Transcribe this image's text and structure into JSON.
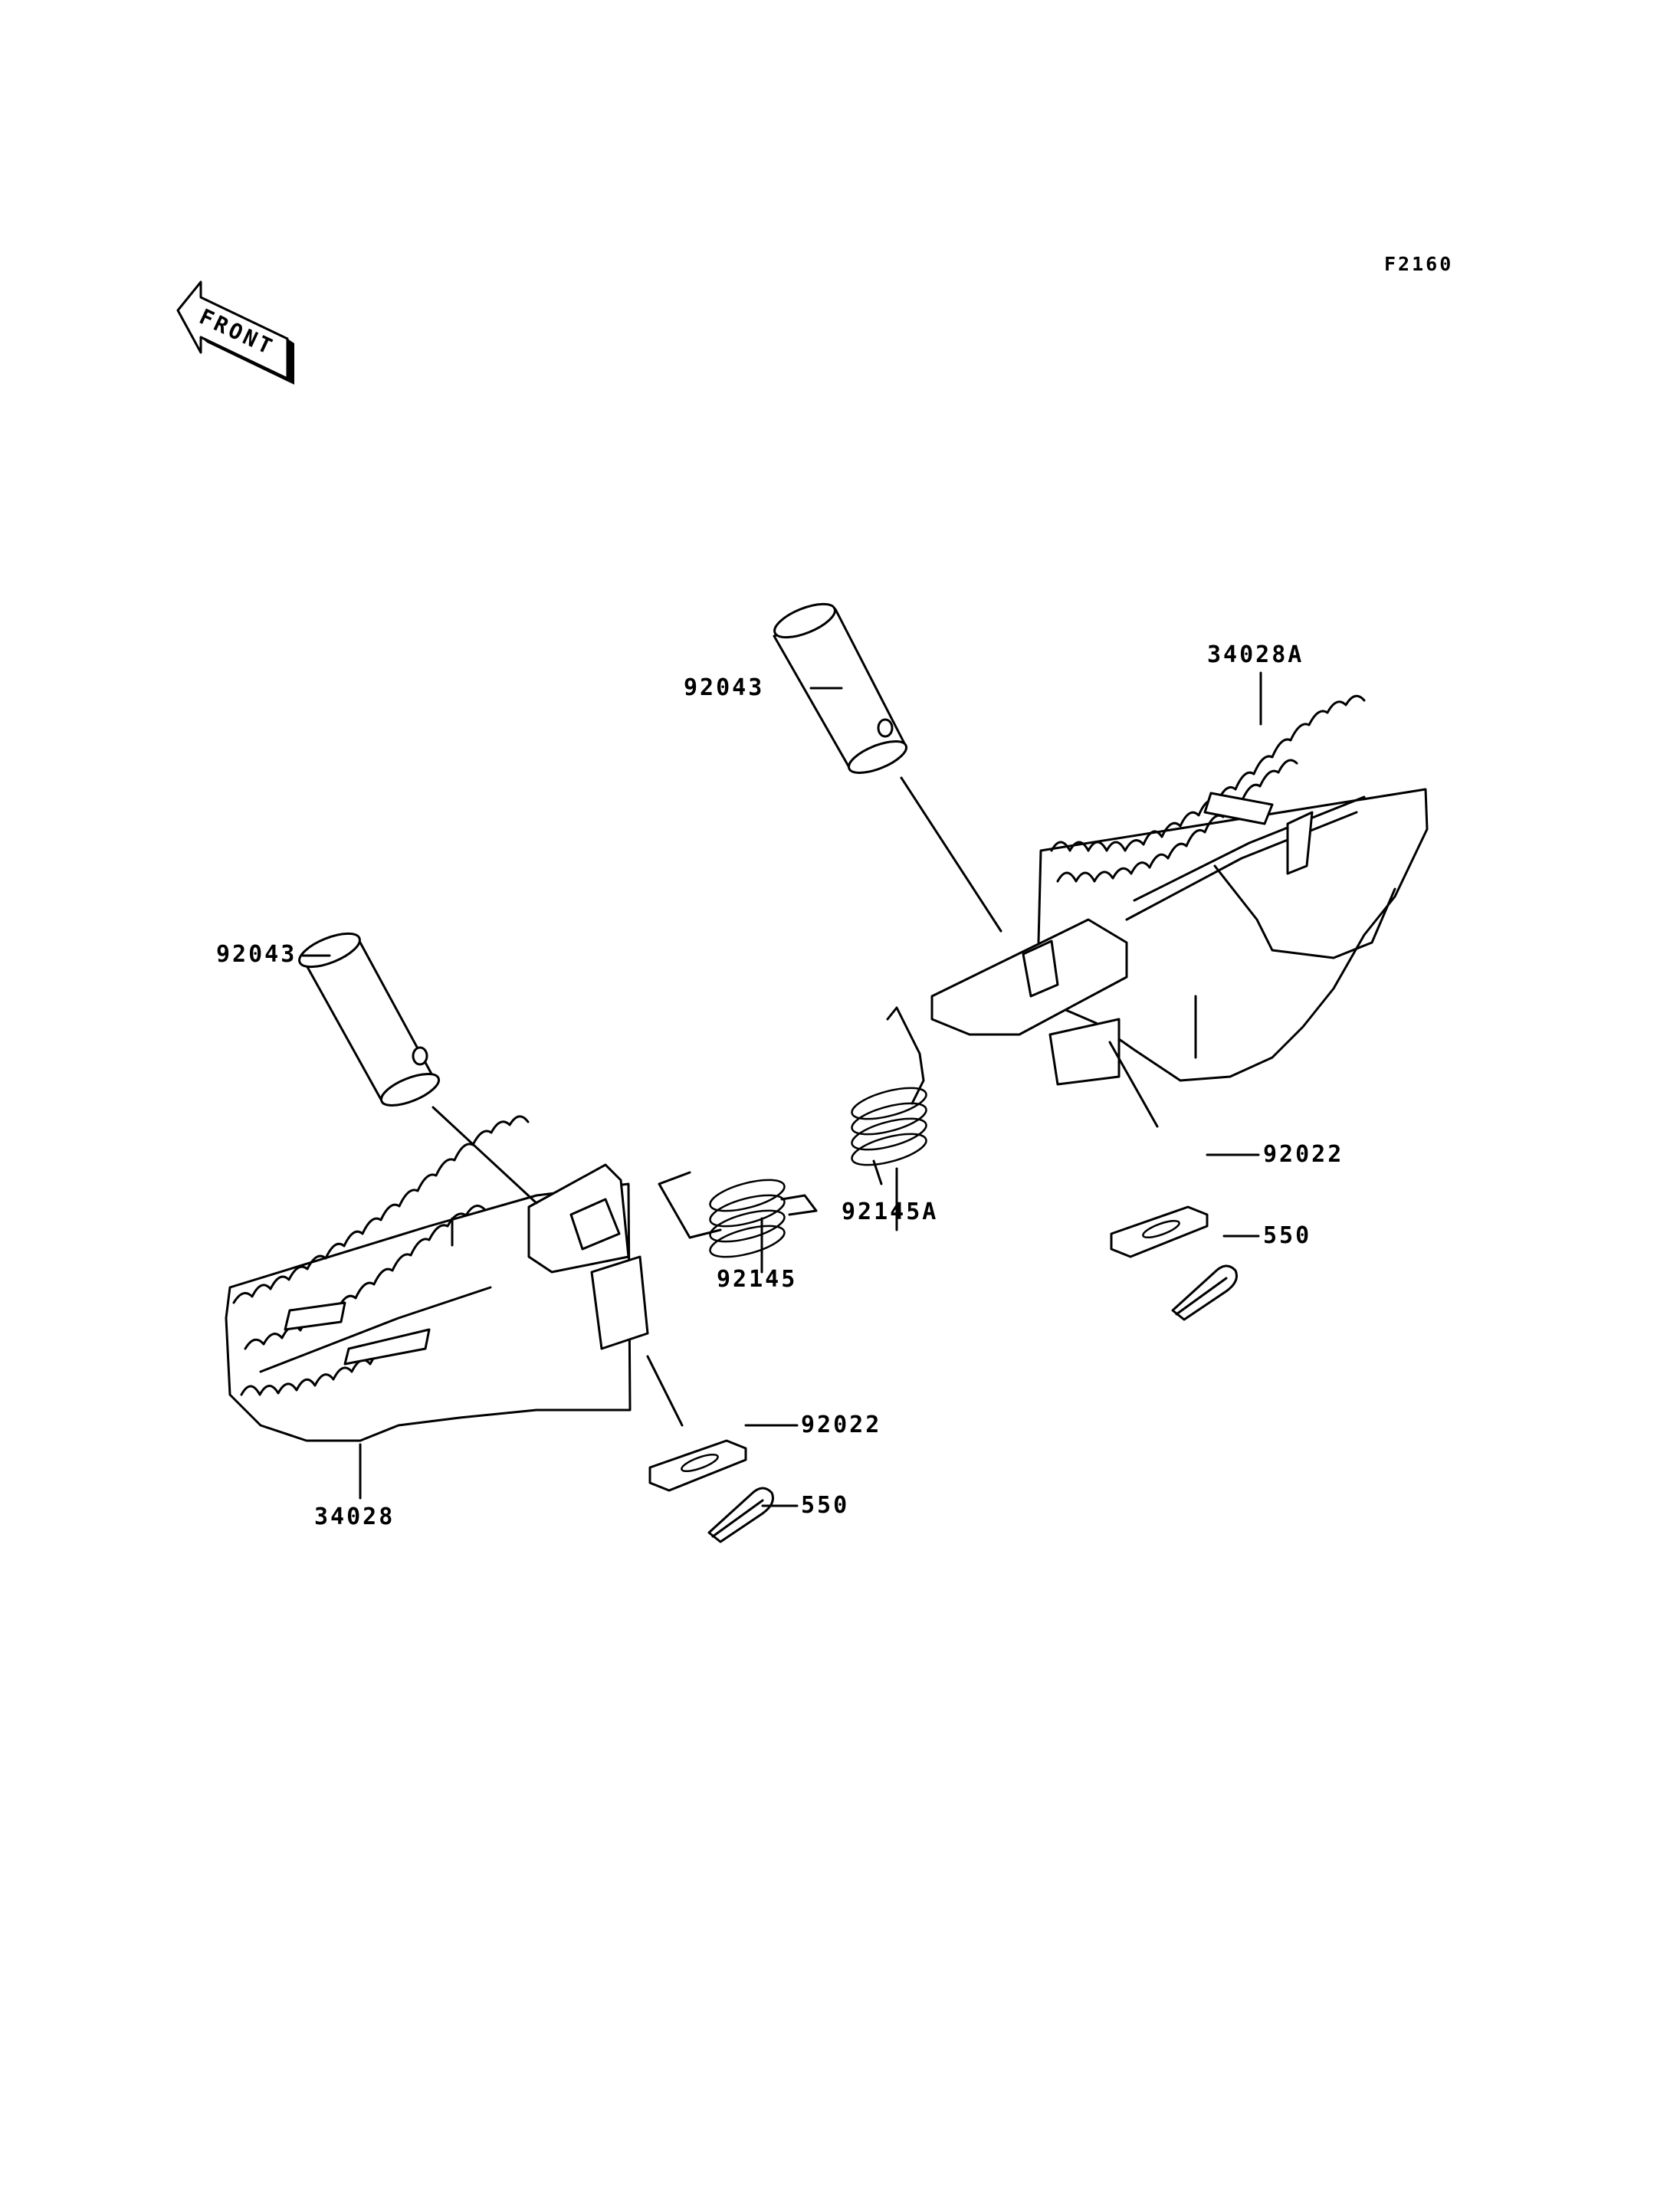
{
  "figure_code": "F2160",
  "front_arrow_text": "FRONT",
  "parts": {
    "pin_upper": "92043",
    "pin_lower": "92043",
    "footpeg_right": "34028A",
    "footpeg_left": "34028",
    "spring_right": "92145A",
    "spring_left": "92145",
    "washer_right": "92022",
    "washer_left": "92022",
    "cotter_pin_right": "550",
    "cotter_pin_left": "550"
  }
}
